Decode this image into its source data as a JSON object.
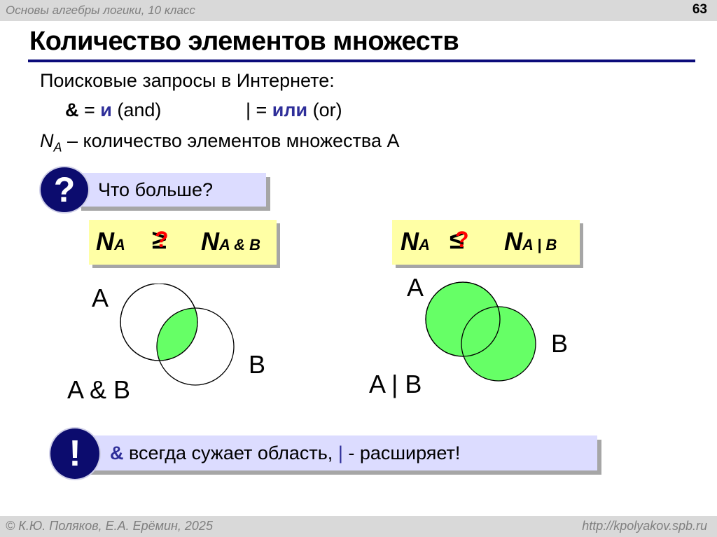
{
  "header": {
    "subject": "Основы алгебры логики, 10 класс",
    "page_number": "63"
  },
  "title": "Количество элементов множеств",
  "intro": {
    "line1": "Поисковые запросы в Интернете:",
    "and_symbol": "&",
    "and_eq": " = ",
    "and_word": "и",
    "and_en": " (and)",
    "or_symbol": "|",
    "or_eq": " = ",
    "or_word": "или",
    "or_en": " (or)",
    "na_symbol": "N",
    "na_sub": "A",
    "na_text": " – количество элементов множества A"
  },
  "question": {
    "icon": "question-mark-icon",
    "icon_glyph": "?",
    "text": "Что больше?"
  },
  "formula_and": {
    "left": "N",
    "left_sub": "A",
    "operator": "≥",
    "question": "?",
    "right": "N",
    "right_sub": "A & B"
  },
  "formula_or": {
    "left": "N",
    "left_sub": "A",
    "operator": "≤",
    "question": "?",
    "right": "N",
    "right_sub": "A | B"
  },
  "venn_and": {
    "label_a": "A",
    "label_b": "B",
    "caption": "A & B",
    "fill": "#66ff66"
  },
  "venn_or": {
    "label_a": "A",
    "label_b": "B",
    "caption": "A | B",
    "fill": "#66ff66"
  },
  "conclusion": {
    "icon": "exclamation-icon",
    "icon_glyph": "!",
    "and_symbol": "&",
    "text1": " всегда сужает область, ",
    "or_symbol": "|",
    "text2": " - расширяет!"
  },
  "footer": {
    "authors": "© К.Ю. Поляков, Е.А. Ерёмин, 2025",
    "url": "http://kpolyakov.spb.ru"
  },
  "colors": {
    "accent_blue": "#2e2e99",
    "title_rule": "#0b0b7a",
    "note_bg": "#dcdcff",
    "formula_bg": "#ffffa5",
    "venn_green": "#66ff66",
    "question_red": "#ff0000"
  }
}
